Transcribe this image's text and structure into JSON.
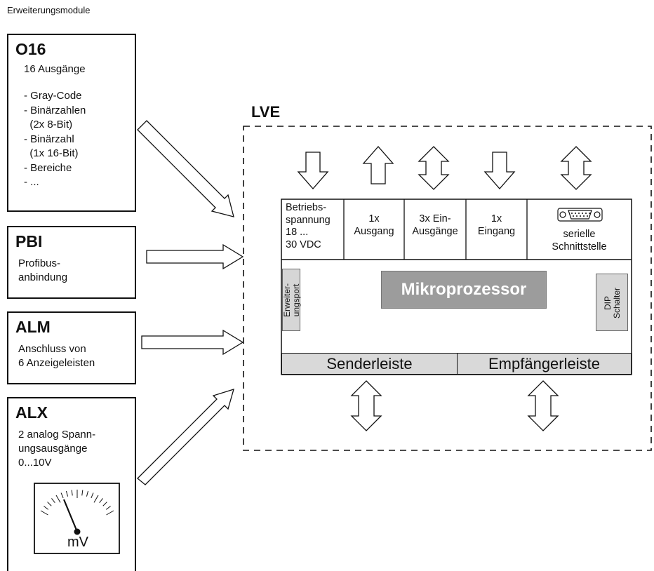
{
  "page_title": "Erweiterungsmodule",
  "modules": {
    "o16": {
      "name": "O16",
      "subtitle": "16 Ausgänge",
      "items": [
        "- Gray-Code",
        "- Binärzahlen",
        "  (2x 8-Bit)",
        "- Binärzahl",
        "  (1x 16-Bit)",
        "- Bereiche",
        "- ..."
      ]
    },
    "pbi": {
      "name": "PBI",
      "line1": "Profibus-",
      "line2": "anbindung"
    },
    "alm": {
      "name": "ALM",
      "line1": "Anschluss von",
      "line2": "6 Anzeigeleisten"
    },
    "alx": {
      "name": "ALX",
      "line1": "2 analog Spann-",
      "line2": "ungsausgänge",
      "line3": "0...10V",
      "meter_unit": "mV"
    }
  },
  "lve": {
    "label": "LVE",
    "ports": {
      "power": "Betriebs-\nspannung\n18 ...\n30 VDC",
      "output": "1x\nAusgang",
      "io": "3x Ein-\nAusgänge",
      "input": "1x\nEingang",
      "serial": "serielle\nSchnittstelle"
    },
    "processor": "Mikroprozessor",
    "expansion_port": "Erweiter-\nungsport",
    "dip_switch": "DIP\nSchalter",
    "sender_bar": "Senderleiste",
    "receiver_bar": "Empfängerleiste"
  },
  "colors": {
    "line": "#111111",
    "processor_fill": "#9c9c9c",
    "panel_fill": "#d9d9d9"
  },
  "icons": [
    "arrow-down-icon",
    "arrow-up-icon",
    "double-arrow-icon",
    "serial-connector-icon",
    "meter-icon"
  ]
}
